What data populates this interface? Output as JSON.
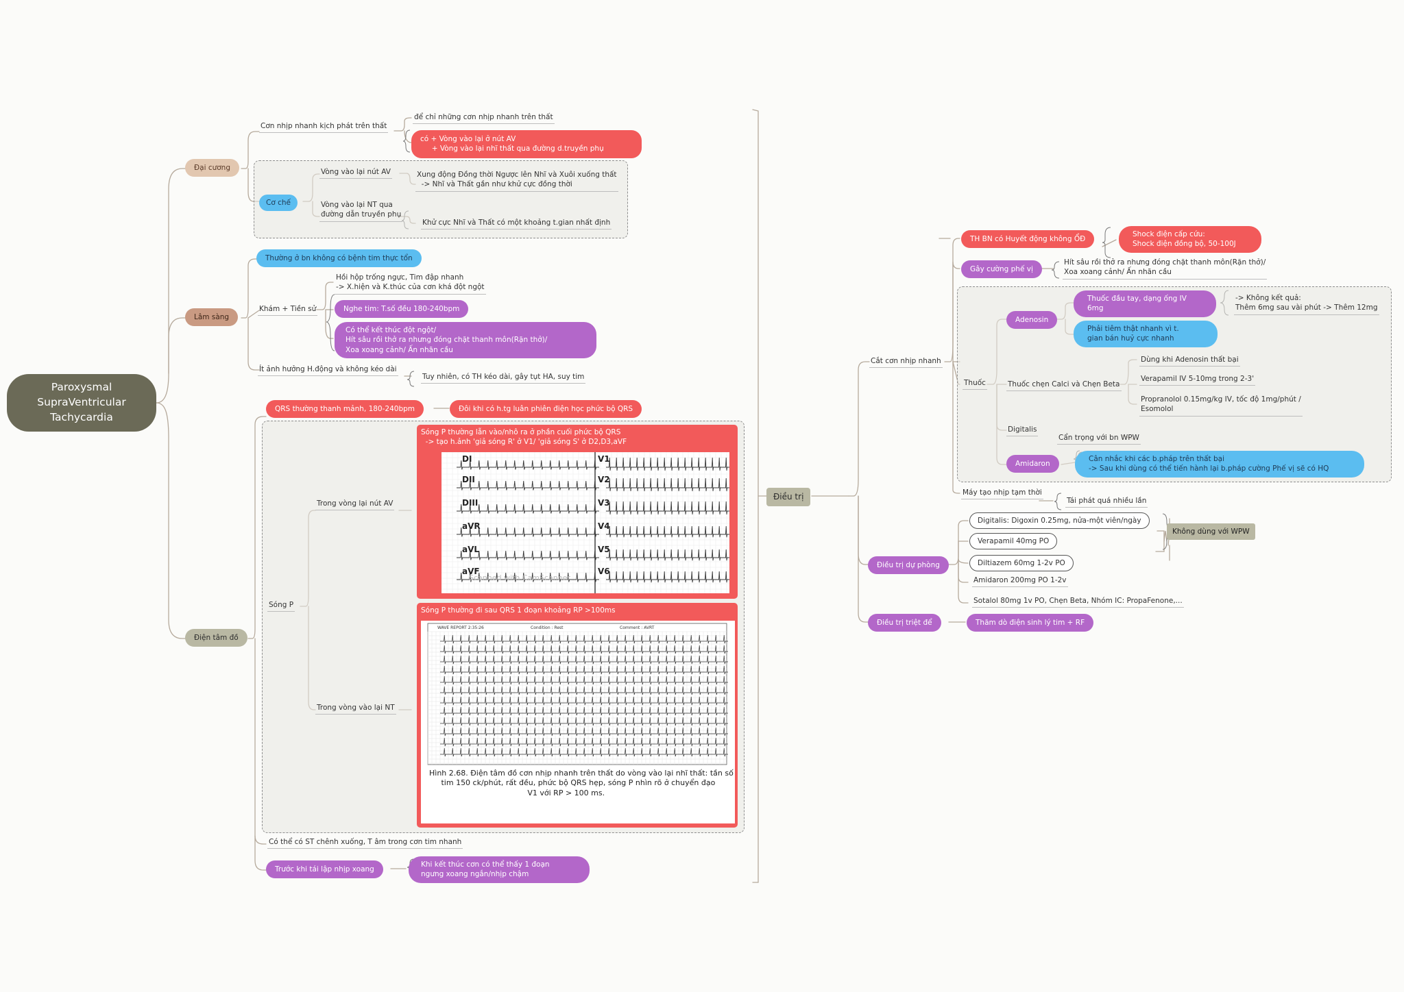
{
  "root": {
    "title": "Paroxysmal\nSupraVentricular\nTachycardia"
  },
  "dai_cuong": {
    "label": "Đại cương",
    "con_nhip": "Cơn nhịp nhanh kịch phát trên thất",
    "chi_nhung": "để chỉ những cơn nhịp nhanh trên thất",
    "vong_vao": "có + Vòng vào lại ở nút AV\n     + Vòng vào lại nhĩ thất qua đường d.truyền phụ",
    "co_che": "Cơ chế",
    "vong_av": "Vòng vào lại nút AV",
    "xung_dong": "Xung động Đồng thời Ngược lên Nhĩ và Xuôi xuống thất\n  -> Nhĩ và Thất gần như khử cực đồng thời",
    "vong_nt": "Vòng vào lại NT qua\nđường dẫn truyền phụ",
    "khu_cuc": "Khử cực Nhĩ và Thất có một khoảng t.gian nhất định"
  },
  "lam_sang": {
    "label": "Lâm sàng",
    "thuong": "Thường ở bn không có bệnh tim thực tổn",
    "kham": "Khám + Tiền sử",
    "hoi_hop": "Hồi hộp trống ngực, Tim đập nhanh\n-> X.hiện và K.thúc của cơn khá đột ngột",
    "nghe_tim": "Nghe tim: T.số đều 180-240bpm",
    "ket_thuc": "Có thể kết thúc đột ngột/\nHít sâu rồi thở ra nhưng đóng chặt thanh môn(Rặn thở)/\nXoa xoang cảnh/ Ấn nhãn cầu",
    "it_anh": "Ít ảnh hưởng H.động và không kéo dài",
    "tuy_nhien": "Tuy nhiên, có TH kéo dài, gây tụt HA, suy tim"
  },
  "dien_tam_do": {
    "label": "Điện tâm đồ",
    "qrs": "QRS thường thanh mảnh, 180-240bpm",
    "doi_khi": "Đôi khi có h.tg luân phiên điện học phức bộ QRS",
    "song_p": "Sóng P",
    "trong_av": "Trong vòng lại nút AV",
    "trong_nt": "Trong vòng vào lại NT",
    "p_av": "Sóng P thường lẫn vào/nhô ra ở phần cuối phức bộ QRS\n  -> tạo h.ảnh 'giả sóng R' ở V1/ 'giả sóng S' ở D2,D3,aVF",
    "p_nt": "Sóng P thường đi sau QRS 1 đoạn khoảng RP >100ms",
    "leads_left": [
      "DI",
      "DII",
      "DIII",
      "aVR",
      "aVL",
      "aVF"
    ],
    "leads_right": [
      "V1",
      "V2",
      "V3",
      "V4",
      "V5",
      "V6"
    ],
    "watermark": "Scanned with CamScanner",
    "report_header": [
      "WAVE REPORT 2:35:26",
      "Condition : Rest",
      "Comment : AVRT"
    ],
    "fig_caption": "Hình 2.68. Điện tâm đồ cơn nhịp nhanh trên thất do vòng vào lại nhĩ thất: tần số\n     tim 150 ck/phút, rất đều, phức bộ QRS hẹp, sóng P nhìn rõ ở chuyển đạo\n                                         V1 với RP > 100 ms.",
    "st": "Có thể có ST chênh xuống, T âm trong cơn tim nhanh",
    "truoc_khi": "Trước khi tái lập nhịp xoang",
    "khi_ket": "Khi kết thúc cơn có thể thấy 1 đoạn\nngưng xoang ngắn/nhịp chậm"
  },
  "dieu_tri": {
    "label": "Điều trị",
    "cat_con": "Cắt cơn nhịp nhanh",
    "th_bn": "TH BN có Huyết động không ỔĐ",
    "shock": "Shock điện cấp cứu:\nShock điện đồng bộ, 50-100J",
    "gay_cuong": "Gây cường phế vị",
    "hit_sau": "Hít sâu rồi thở ra nhưng đóng chặt thanh môn(Rặn thở)/\nXoa xoang cảnh/ Ấn nhãn cầu",
    "thuoc": "Thuốc",
    "adenosin": "Adenosin",
    "thuoc_dau_tay": "Thuốc đầu tay, dạng ống IV\n6mg",
    "khong_ket_qua": "-> Không kết quả:\nThêm 6mg sau vài phút -> Thêm 12mg",
    "phai_tiem": "Phải tiêm thật nhanh vì t.\ngian bán huỷ cực nhanh",
    "thuoc_chen": "Thuốc chẹn Calci và Chẹn Beta",
    "dung_khi": "Dùng khi Adenosin thất bại",
    "verapamil_iv": "Verapamil IV 5-10mg trong 2-3'",
    "propranolol": "Propranolol 0.15mg/kg IV, tốc độ 1mg/phút /\nEsomolol",
    "digitalis": "Digitalis",
    "can_trong": "Cẩn trọng với bn WPW",
    "amidaron": "Amidaron",
    "can_nhac": "Cân nhắc khi các b.pháp trên thất bại\n-> Sau khi dùng có thể tiến hành lại b.pháp cường Phế vị sẽ có HQ",
    "may_tao": "Máy tạo nhịp tạm thời",
    "tai_phat": "Tái phát quá nhiều lần",
    "du_phong": "Điều trị dự phòng",
    "digoxin": "Digitalis: Digoxin 0.25mg, nửa-một viên/ngày",
    "verapamil_po": "Verapamil 40mg PO",
    "diltiazem": "Diltiazem 60mg 1-2v PO",
    "amidaron_po": "Amidaron 200mg PO 1-2v",
    "sotalol": "Sotalol 80mg 1v PO, Chẹn Beta, Nhóm IC: PropaFenone,...",
    "khong_dung": "Không dùng với WPW",
    "triet_de": "Điều trị triệt để",
    "tham_do": "Thăm dò điện sinh lý tim + RF"
  },
  "colors": {
    "red": "#f25a5a",
    "purple": "#b367c9",
    "blue": "#5bbdf0",
    "tan": "#e2c7b0",
    "brown": "#c99a82",
    "gray": "#b9b8a3",
    "root": "#6b6a57"
  }
}
